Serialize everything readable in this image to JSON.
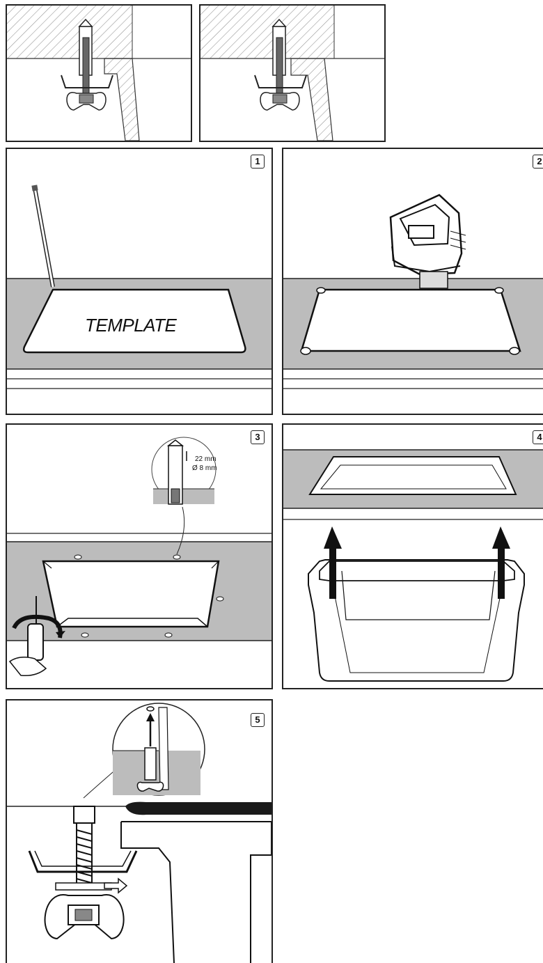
{
  "steps": {
    "s1": "1",
    "s2": "2",
    "s3": "3",
    "s4": "4",
    "s5": "5"
  },
  "template_label": "TEMPLATE",
  "drill_spec": {
    "depth": "22 mm",
    "diameter": "Ø 8 mm"
  },
  "colors": {
    "countertop": "#bcbcbc",
    "line": "#1a1a1a",
    "hatch": "#9a9a9a"
  }
}
